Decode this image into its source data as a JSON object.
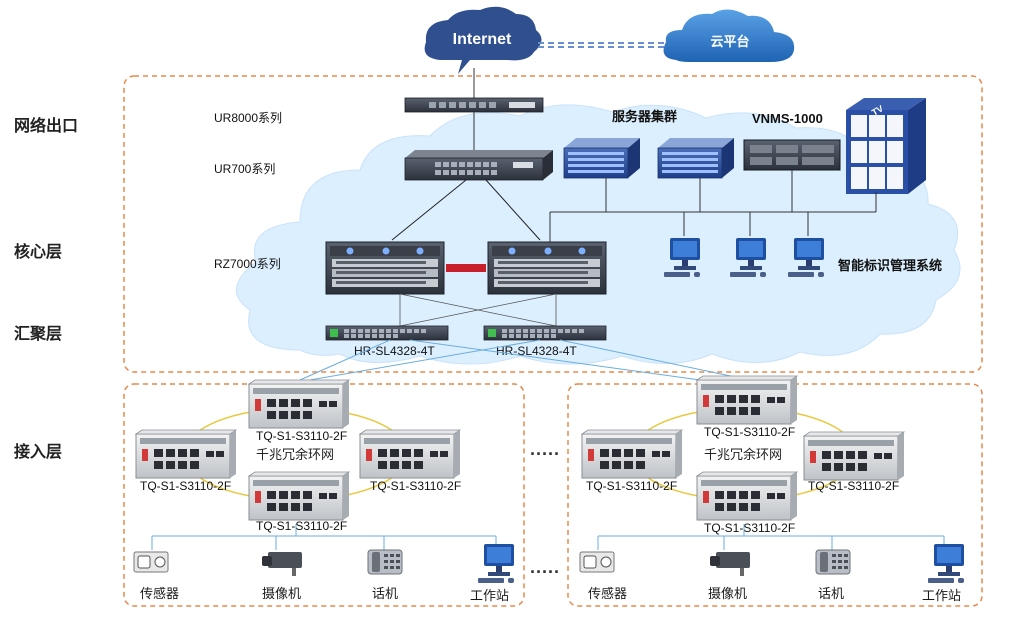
{
  "top": {
    "internet": "Internet",
    "cloud_platform": "云平台"
  },
  "layers": {
    "egress": "网络出口",
    "core": "核心层",
    "aggregation": "汇聚层",
    "access": "接入层"
  },
  "core_zone": {
    "ur8000": "UR8000系列",
    "ur700": "UR700系列",
    "rz7000": "RZ7000系列",
    "server_cluster": "服务器集群",
    "vnms": "VNMS-1000",
    "tv_label": "TV",
    "mgmt_system": "智能标识管理系统",
    "agg_switch_left": "HR-SL4328-4T",
    "agg_switch_right": "HR-SL4328-4T"
  },
  "access_left": {
    "ring": "千兆冗余环网",
    "sw_top": "TQ-S1-S3110-2F",
    "sw_left": "TQ-S1-S3110-2F",
    "sw_right": "TQ-S1-S3110-2F",
    "sw_bottom": "TQ-S1-S3110-2F",
    "endpoints": [
      "传感器",
      "摄像机",
      "话机",
      "工作站"
    ]
  },
  "access_right": {
    "ring": "千兆冗余环网",
    "sw_top": "TQ-S1-S3110-2F",
    "sw_left": "TQ-S1-S3110-2F",
    "sw_right": "TQ-S1-S3110-2F",
    "sw_bottom": "TQ-S1-S3110-2F",
    "endpoints": [
      "传感器",
      "摄像机",
      "话机",
      "工作站"
    ]
  },
  "ellipsis": "·····",
  "colors": {
    "dashed_border": "#e8884a",
    "cloud_light": "#dcefff",
    "internet_cloud": "#2f4f8f",
    "platform_cloud": "#2a78c8",
    "ring_line": "#e8c840",
    "link_line": "#6aaee0",
    "stack_link": "#c8202a"
  }
}
